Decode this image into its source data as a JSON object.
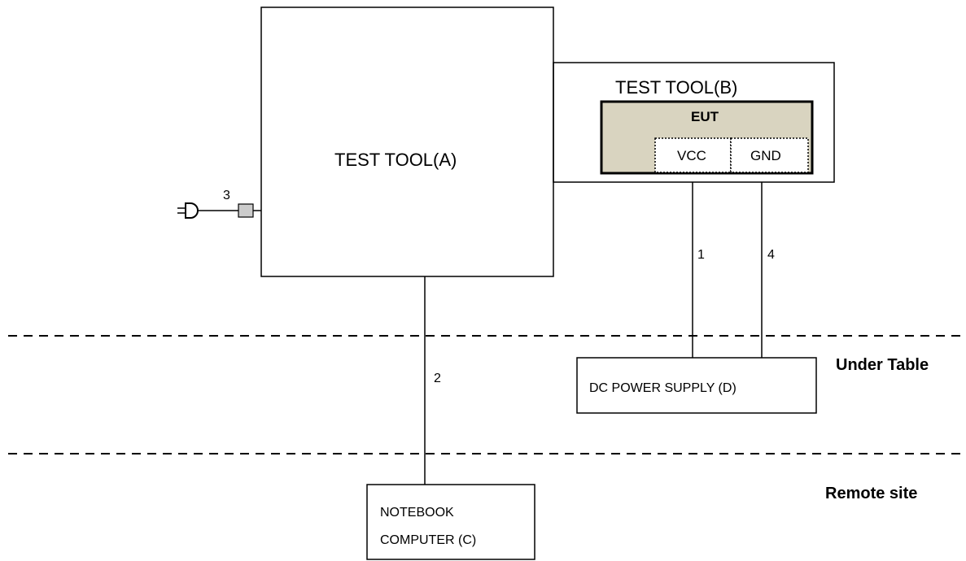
{
  "diagram": {
    "test_tool_a": "TEST TOOL(A)",
    "test_tool_b": "TEST TOOL(B)",
    "eut": "EUT",
    "vcc": "VCC",
    "gnd": "GND",
    "dc_power_supply": "DC POWER SUPPLY (D)",
    "notebook_line1": "NOTEBOOK",
    "notebook_line2": "COMPUTER (C)",
    "cable_1": "1",
    "cable_2": "2",
    "cable_3": "3",
    "cable_4": "4",
    "zone_under_table": "Under Table",
    "zone_remote_site": "Remote site"
  },
  "colors": {
    "eut_fill": "#d9d4c0",
    "line": "#000000",
    "plug_fill": "#cccccc"
  },
  "icons": [
    "power-plug-icon",
    "connector-icon"
  ]
}
